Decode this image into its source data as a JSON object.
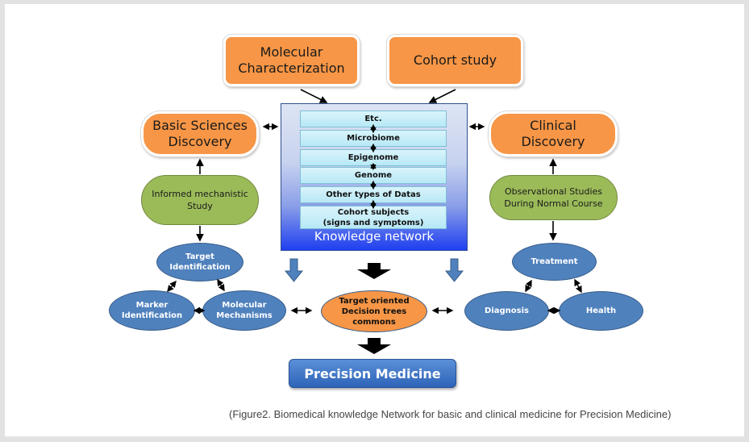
{
  "top_boxes": {
    "molecular": [
      "Molecular",
      "Characterization"
    ],
    "cohort": "Cohort study"
  },
  "side_boxes": {
    "basic": [
      "Basic Sciences",
      "Discovery"
    ],
    "clinical": [
      "Clinical",
      "Discovery"
    ]
  },
  "green_boxes": {
    "left": [
      "Informed mechanistic",
      "Study"
    ],
    "right": [
      "Observational Studies",
      "During Normal Course"
    ]
  },
  "knowledge_network": {
    "label": "Knowledge network",
    "layers": [
      {
        "lines": [
          "Etc."
        ]
      },
      {
        "lines": [
          "Microbiome"
        ]
      },
      {
        "lines": [
          "Epigenome"
        ]
      },
      {
        "lines": [
          "Genome"
        ]
      },
      {
        "lines": [
          "Other types of Datas"
        ]
      },
      {
        "lines": [
          "Cohort subjects",
          "(signs and symptoms)"
        ]
      }
    ]
  },
  "left_cluster": {
    "target": [
      "Target",
      "Identification"
    ],
    "marker": [
      "Marker",
      "Identification"
    ],
    "molecular": [
      "Molecular",
      "Mechanisms"
    ]
  },
  "right_cluster": {
    "treatment": "Treatment",
    "diagnosis": "Diagnosis",
    "health": "Health"
  },
  "center": {
    "decision": [
      "Target oriented",
      "Decision trees",
      "commons"
    ],
    "precision_medicine": "Precision Medicine"
  },
  "caption": "(Figure2. Biomedical knowledge Network for basic and clinical medicine for Precision Medicine)",
  "colors": {
    "orange": "#f79646",
    "green": "#9bbb59",
    "blue_ellipse": "#4f81bd",
    "precision_blue": "#2e64b8"
  }
}
